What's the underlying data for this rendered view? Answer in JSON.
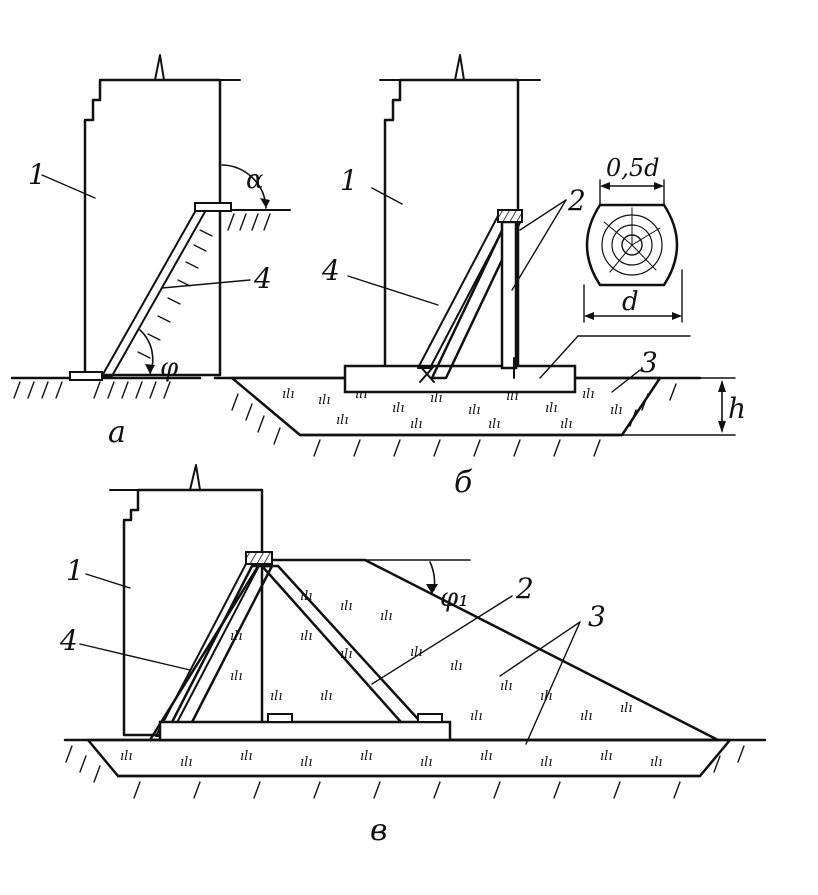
{
  "figure": {
    "panels": {
      "a": {
        "caption": "а",
        "labels": {
          "wall": "1",
          "strut": "4",
          "angle_wall": "α",
          "angle_strut": "φ"
        }
      },
      "b": {
        "caption": "б",
        "labels": {
          "wall": "1",
          "post": "2",
          "sand": "3",
          "strut": "4",
          "depth": "h",
          "log_half": "0,5d",
          "log_diameter": "d"
        }
      },
      "v": {
        "caption": "в",
        "labels": {
          "wall": "1",
          "post": "2",
          "sand": "3",
          "strut": "4",
          "angle_slope": "φ₁"
        }
      }
    }
  },
  "colors": {
    "ink": "#111111",
    "background": "#ffffff"
  }
}
